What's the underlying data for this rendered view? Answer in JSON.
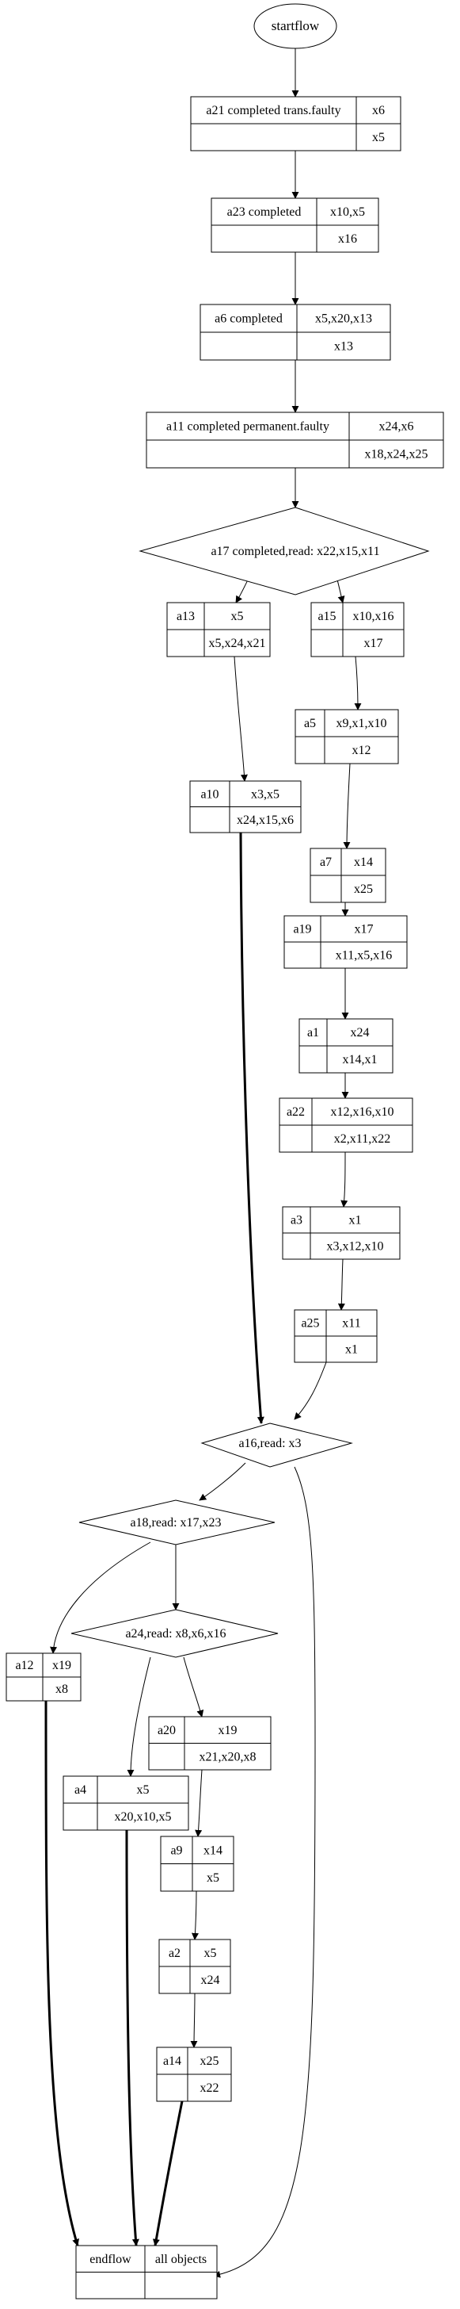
{
  "start": "startflow",
  "records": {
    "a21": {
      "name": "a21 completed trans.faulty",
      "top": "x6",
      "bottom": "x5"
    },
    "a23": {
      "name": "a23 completed",
      "top": "x10,x5",
      "bottom": "x16"
    },
    "a6": {
      "name": "a6 completed",
      "top": "x5,x20,x13",
      "bottom": "x13"
    },
    "a11": {
      "name": "a11 completed permanent.faulty",
      "top": "x24,x6",
      "bottom": "x18,x24,x25"
    },
    "a13": {
      "name": "a13",
      "top": "x5",
      "bottom": "x5,x24,x21"
    },
    "a15": {
      "name": "a15",
      "top": "x10,x16",
      "bottom": "x17"
    },
    "a5": {
      "name": "a5",
      "top": "x9,x1,x10",
      "bottom": "x12"
    },
    "a10": {
      "name": "a10",
      "top": "x3,x5",
      "bottom": "x24,x15,x6"
    },
    "a7": {
      "name": "a7",
      "top": "x14",
      "bottom": "x25"
    },
    "a19": {
      "name": "a19",
      "top": "x17",
      "bottom": "x11,x5,x16"
    },
    "a1": {
      "name": "a1",
      "top": "x24",
      "bottom": "x14,x1"
    },
    "a22": {
      "name": "a22",
      "top": "x12,x16,x10",
      "bottom": "x2,x11,x22"
    },
    "a3": {
      "name": "a3",
      "top": "x1",
      "bottom": "x3,x12,x10"
    },
    "a25": {
      "name": "a25",
      "top": "x11",
      "bottom": "x1"
    },
    "a12": {
      "name": "a12",
      "top": "x19",
      "bottom": "x8"
    },
    "a20": {
      "name": "a20",
      "top": "x19",
      "bottom": "x21,x20,x8"
    },
    "a4": {
      "name": "a4",
      "top": "x5",
      "bottom": "x20,x10,x5"
    },
    "a9": {
      "name": "a9",
      "top": "x14",
      "bottom": "x5"
    },
    "a2": {
      "name": "a2",
      "top": "x5",
      "bottom": "x24"
    },
    "a14": {
      "name": "a14",
      "top": "x25",
      "bottom": "x22"
    },
    "end": {
      "name": "endflow",
      "top": "all objects",
      "bottom": ""
    }
  },
  "diamonds": {
    "a17": "a17 completed,read: x22,x15,x11",
    "a16": "a16,read: x3",
    "a18": "a18,read: x17,x23",
    "a24": "a24,read: x8,x6,x16"
  }
}
